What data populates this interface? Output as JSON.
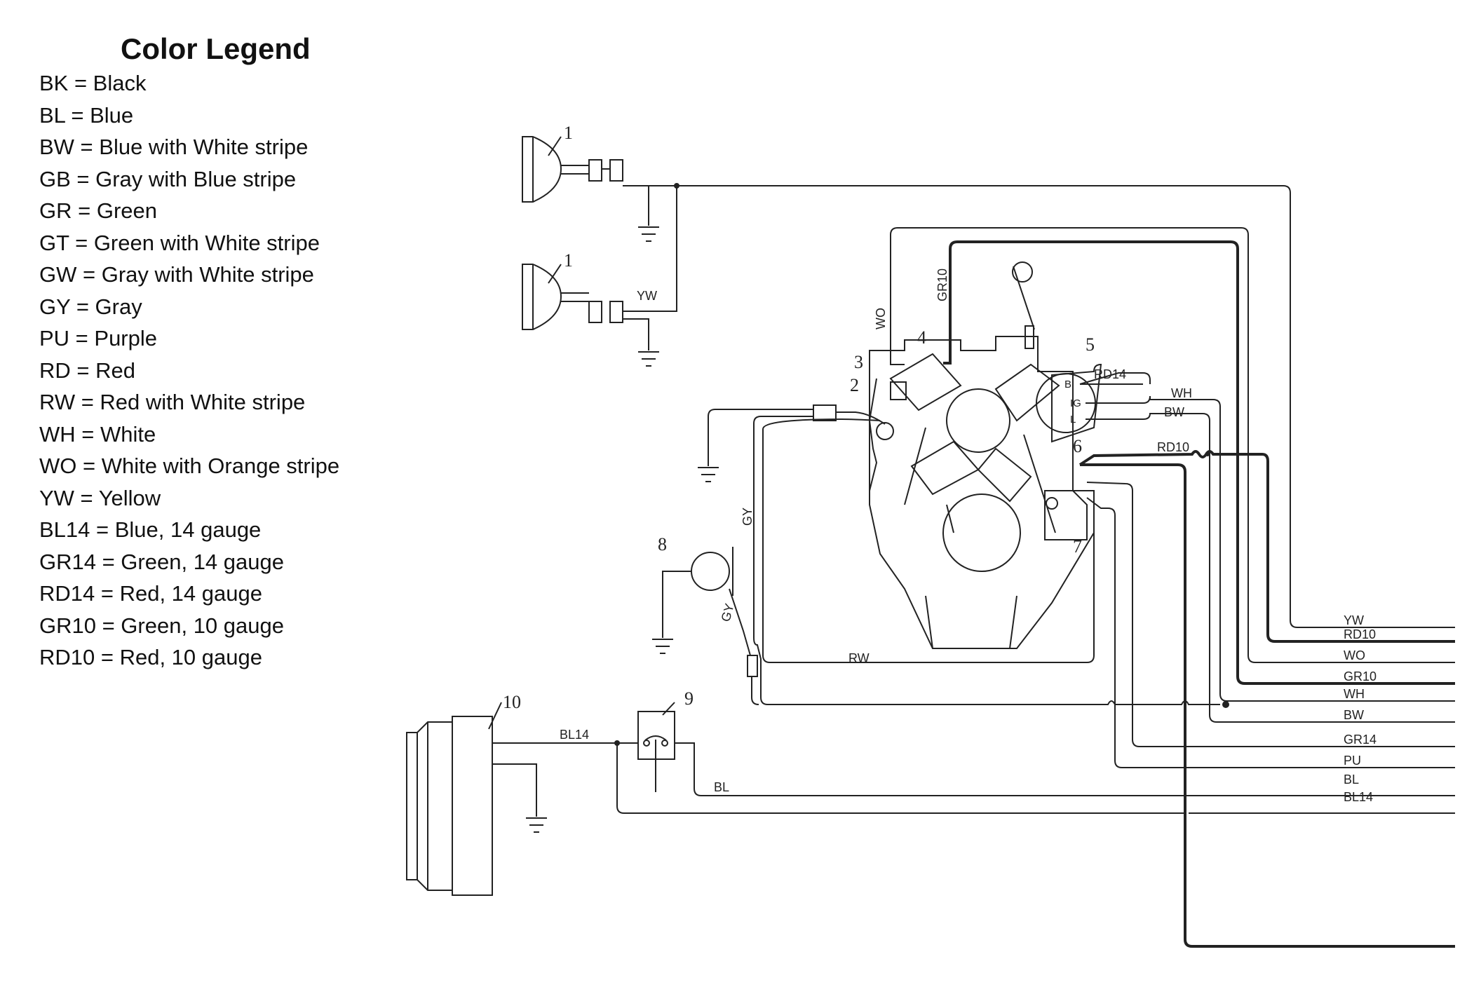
{
  "legend": {
    "title": "Color Legend",
    "items": [
      "BK = Black",
      "BL = Blue",
      "BW = Blue with White stripe",
      "GB = Gray with Blue stripe",
      "GR = Green",
      "GT = Green with White stripe",
      "GW = Gray with White stripe",
      "GY = Gray",
      "PU = Purple",
      "RD = Red",
      "RW = Red with White stripe",
      "WH = White",
      "WO = White with Orange stripe",
      "YW = Yellow",
      "BL14 = Blue, 14 gauge",
      "GR14 = Green, 14 gauge",
      "RD14 = Red, 14 gauge",
      "GR10 = Green, 10 gauge",
      "RD10 = Red, 10 gauge"
    ]
  },
  "components": {
    "n1a": "1",
    "n1b": "1",
    "n2": "2",
    "n3": "3",
    "n4": "4",
    "n5": "5",
    "n6": "6",
    "n7": "7",
    "n8": "8",
    "n9": "9",
    "n10": "10"
  },
  "terminals": {
    "b": "B",
    "ig": "IG",
    "l": "L"
  },
  "wire_labels": {
    "yw_lamp": "YW",
    "wo_vert": "WO",
    "gr10_vert": "GR10",
    "rd14": "RD14",
    "wh": "WH",
    "bw": "BW",
    "rd10": "RD10",
    "gy_vert": "GY",
    "gy_sender": "GY",
    "rw": "RW",
    "bl14": "BL14",
    "bl": "BL"
  },
  "harness_labels": [
    "YW",
    "RD10",
    "WO",
    "GR10",
    "WH",
    "BW",
    "GR14",
    "PU",
    "BL",
    "BL14"
  ]
}
